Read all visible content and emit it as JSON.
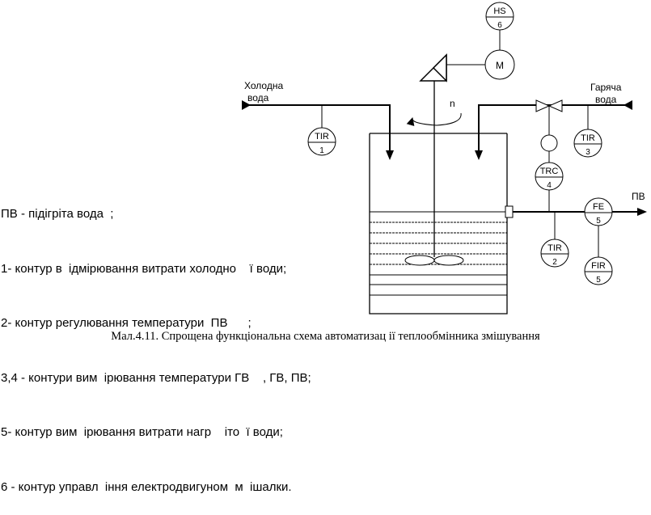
{
  "labels": {
    "cold_water_line1": "Холодна",
    "cold_water_line2": "вода",
    "hot_water_line1": "Гаряча",
    "hot_water_line2": "вода",
    "pv_out": "ПВ",
    "speed": "n",
    "motor": "M"
  },
  "instruments": {
    "hs": {
      "tag": "HS",
      "num": "6"
    },
    "tir1": {
      "tag": "TIR",
      "num": "1"
    },
    "tir3": {
      "tag": "TIR",
      "num": "3"
    },
    "trc4": {
      "tag": "TRC",
      "num": "4"
    },
    "fe5": {
      "tag": "FE",
      "num": "5"
    },
    "tir2": {
      "tag": "TIR",
      "num": "2"
    },
    "fir5": {
      "tag": "FIR",
      "num": "5"
    }
  },
  "legend": [
    "ПВ - підігріта вода  ;",
    "1- контур в  ідмірювання витрати холодно    ї води;",
    "2- контур регулювання температури  ПВ      ;",
    "3,4 - контури вим  ірювання температури ГВ    , ГВ, ПВ;",
    "5- контур вим  ірювання витрати нагр    іто  ї води;",
    "6 - контур управл  іння електродвигуном  м  ішалки."
  ],
  "caption": "Мал.4.11. Спрощена функціональна схема автоматизац ії теплообмінника змішування"
}
